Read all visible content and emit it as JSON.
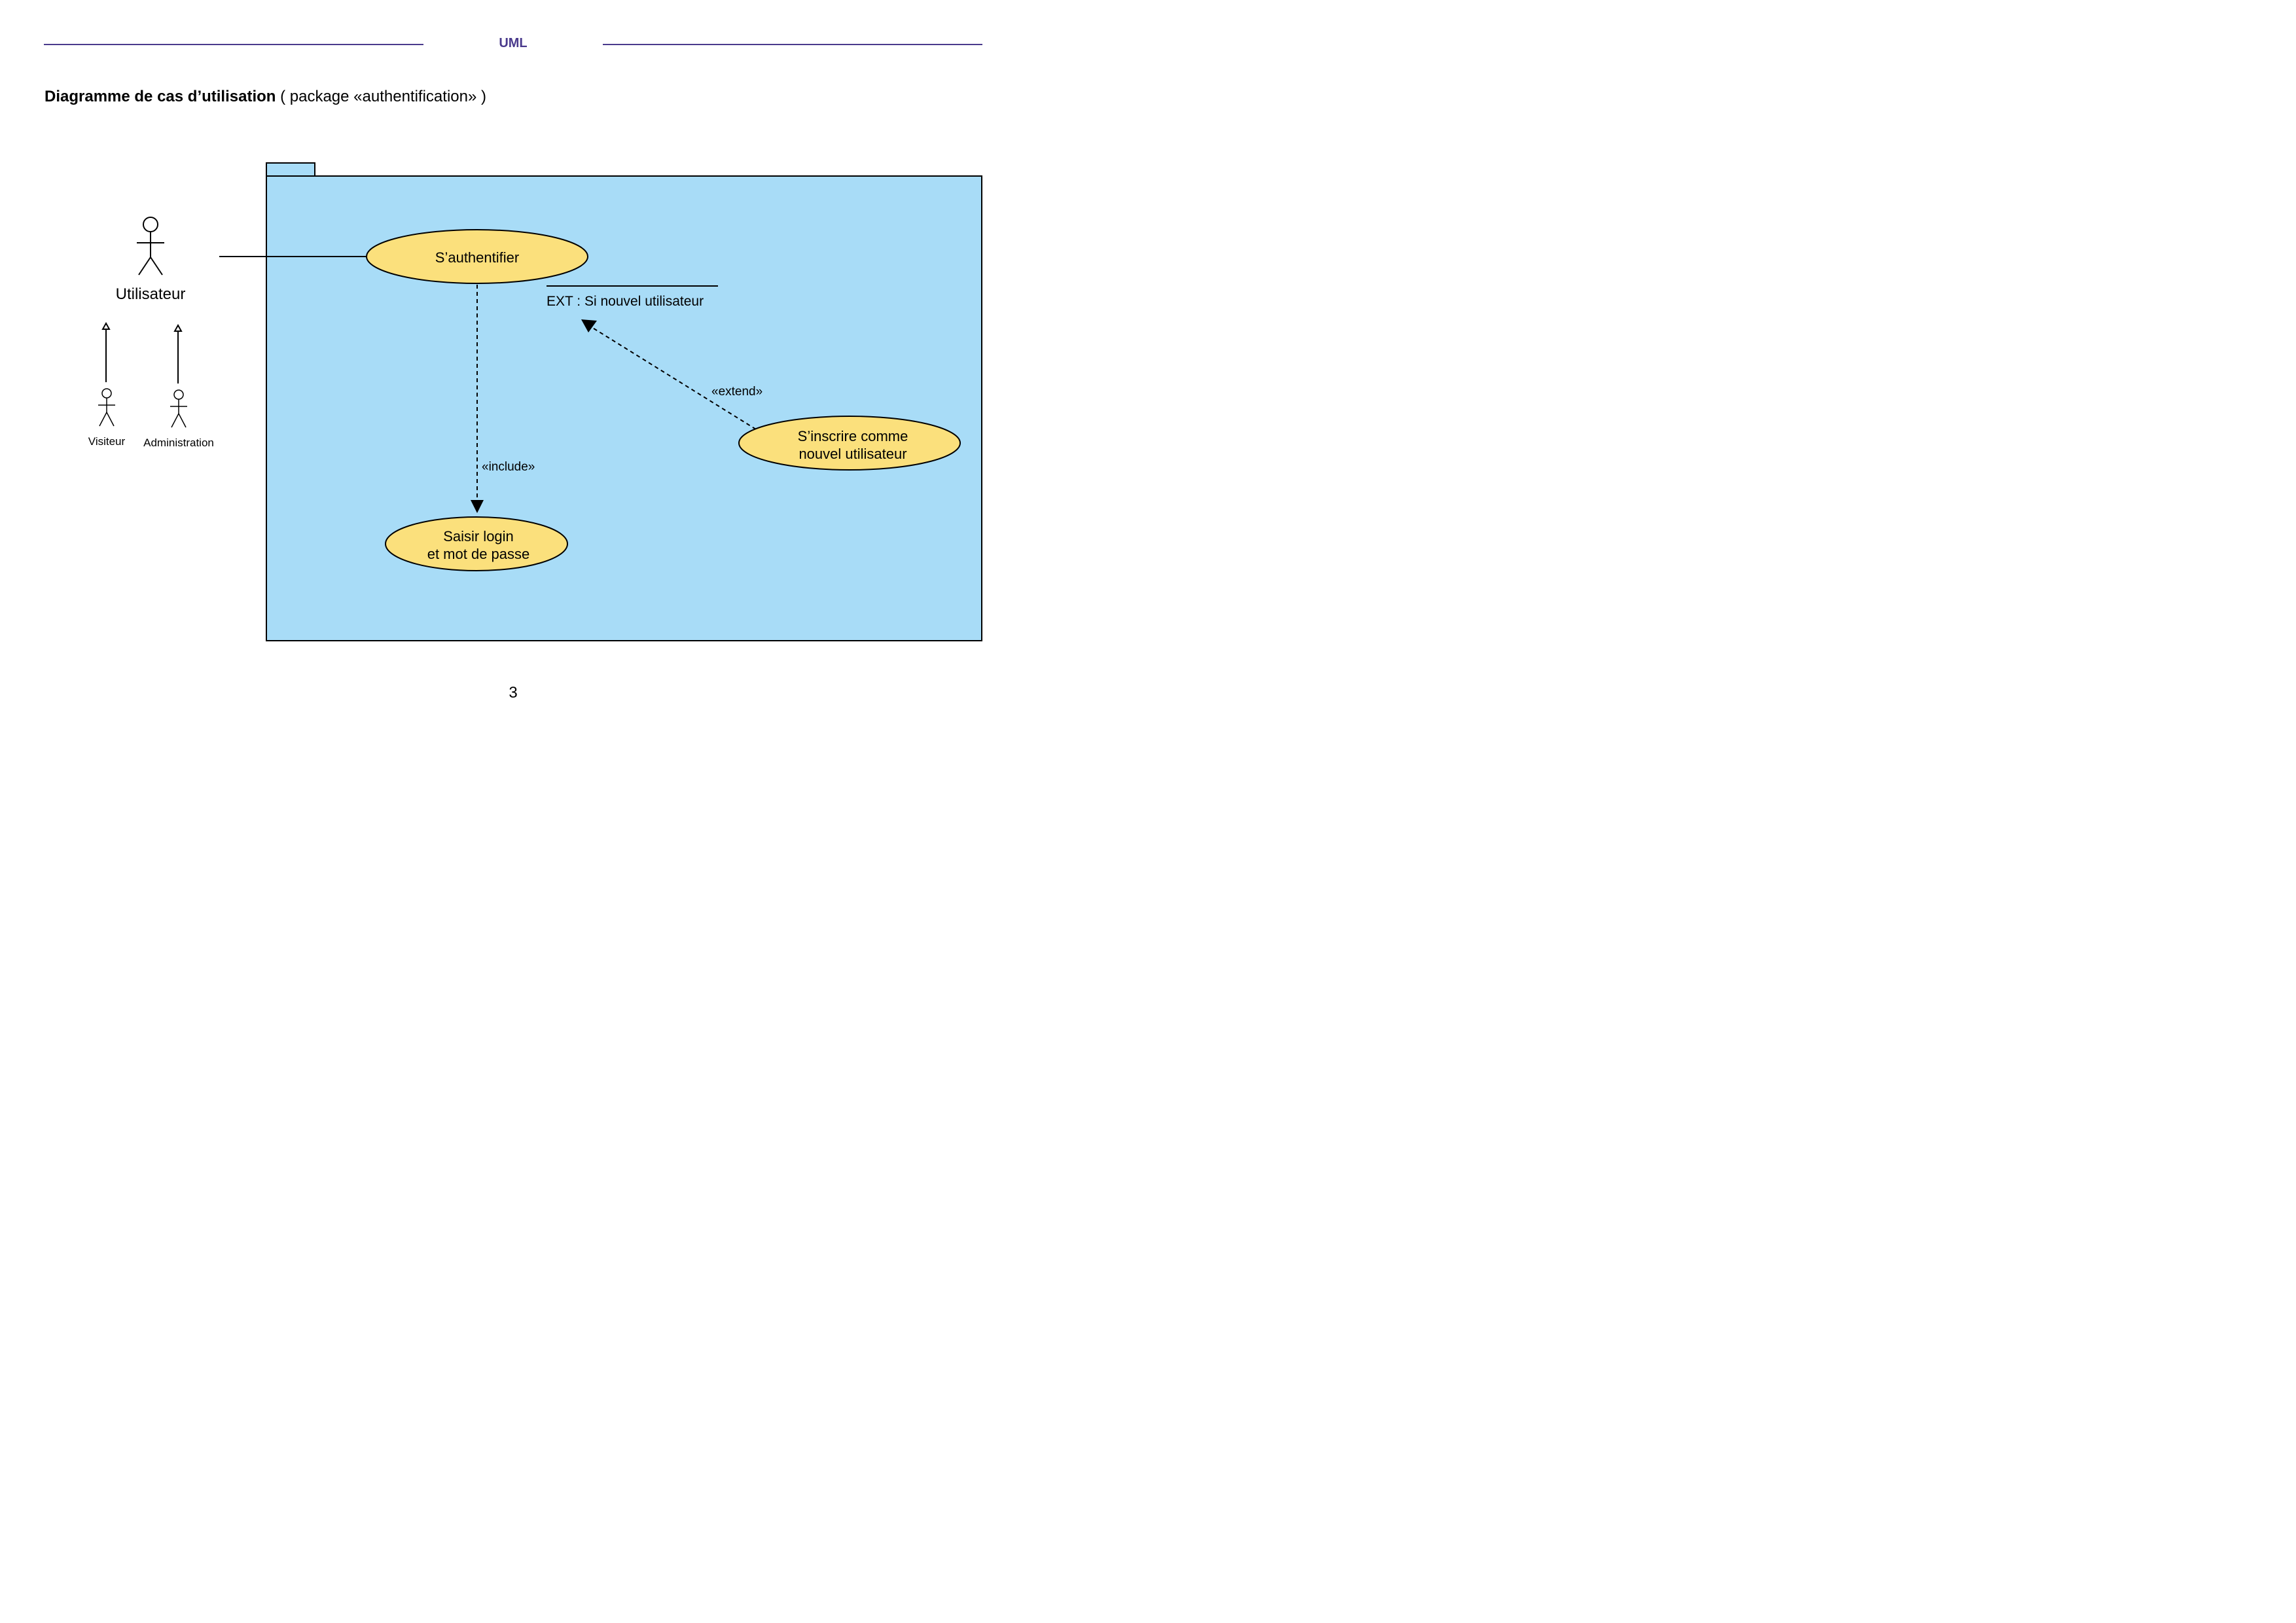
{
  "header": {
    "title": "UML"
  },
  "page": {
    "title_bold": "Diagramme de cas d’utilisation",
    "title_rest": " ( package «authentification» )",
    "number": "3"
  },
  "actors": {
    "main": "Utilisateur",
    "visiteur": "Visiteur",
    "administration": "Administration"
  },
  "use_cases": {
    "authentifier": "S’authentifier",
    "saisir_line1": "Saisir login",
    "saisir_line2": "et mot de passe",
    "inscrire_line1": "S’inscrire comme",
    "inscrire_line2": "nouvel utilisateur"
  },
  "relations": {
    "include": "«include»",
    "extend": "«extend»",
    "extension_point": "EXT : Si nouvel utilisateur"
  },
  "colors": {
    "header_line": "#4a3a8c",
    "package_fill": "#a8dcf7",
    "use_case_fill": "#fbe07c"
  }
}
